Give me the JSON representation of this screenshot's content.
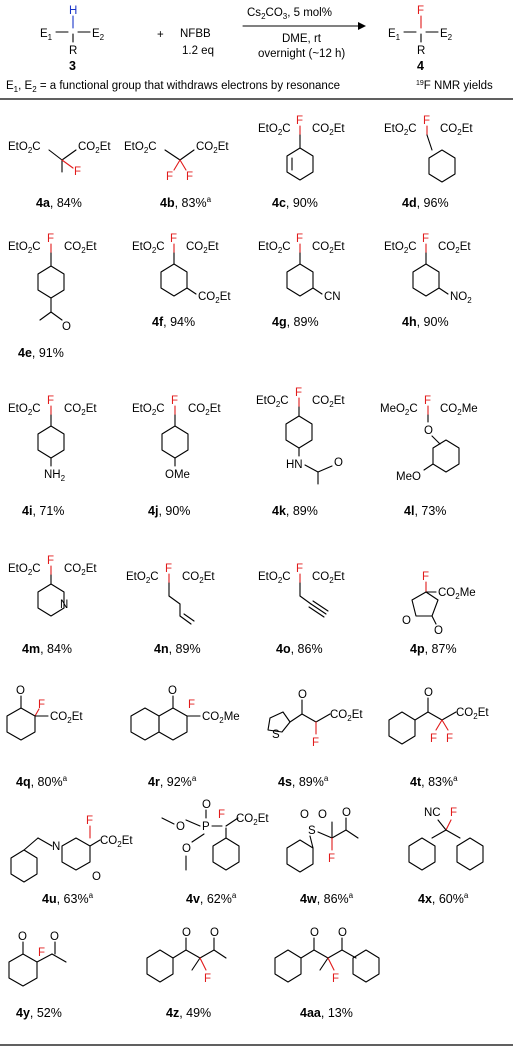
{
  "scheme": {
    "substrate": {
      "h": "H",
      "e1": "E",
      "e1_sub": "1",
      "e2": "E",
      "e2_sub": "2",
      "r": "R",
      "number": "3"
    },
    "plus": "+",
    "reagent": "NFBB",
    "reagent_eq": "1.2 eq",
    "conditions_above": "Cs2CO3, 5 mol%",
    "conditions_below_1": "DME, rt",
    "conditions_below_2": "overnight (~12 h)",
    "product": {
      "f": "F",
      "e1": "E",
      "e1_sub": "1",
      "e2": "E",
      "e2_sub": "2",
      "r": "R",
      "number": "4"
    },
    "definition": "E1, E2 = a functional group that withdraws electrons by resonance",
    "yield_note": "19F NMR yields"
  },
  "compounds": [
    {
      "id": "4a",
      "yield": "84%",
      "sup": ""
    },
    {
      "id": "4b",
      "yield": "83%",
      "sup": "a"
    },
    {
      "id": "4c",
      "yield": "90%",
      "sup": ""
    },
    {
      "id": "4d",
      "yield": "96%",
      "sup": ""
    },
    {
      "id": "4e",
      "yield": "91%",
      "sup": ""
    },
    {
      "id": "4f",
      "yield": "94%",
      "sup": ""
    },
    {
      "id": "4g",
      "yield": "89%",
      "sup": ""
    },
    {
      "id": "4h",
      "yield": "90%",
      "sup": ""
    },
    {
      "id": "4i",
      "yield": "71%",
      "sup": ""
    },
    {
      "id": "4j",
      "yield": "90%",
      "sup": ""
    },
    {
      "id": "4k",
      "yield": "89%",
      "sup": ""
    },
    {
      "id": "4l",
      "yield": "73%",
      "sup": ""
    },
    {
      "id": "4m",
      "yield": "84%",
      "sup": ""
    },
    {
      "id": "4n",
      "yield": "89%",
      "sup": ""
    },
    {
      "id": "4o",
      "yield": "86%",
      "sup": ""
    },
    {
      "id": "4p",
      "yield": "87%",
      "sup": ""
    },
    {
      "id": "4q",
      "yield": "80%",
      "sup": "a"
    },
    {
      "id": "4r",
      "yield": "92%",
      "sup": "a"
    },
    {
      "id": "4s",
      "yield": "89%",
      "sup": "a"
    },
    {
      "id": "4t",
      "yield": "83%",
      "sup": "a"
    },
    {
      "id": "4u",
      "yield": "63%",
      "sup": "a"
    },
    {
      "id": "4v",
      "yield": "62%",
      "sup": "a"
    },
    {
      "id": "4w",
      "yield": "86%",
      "sup": "a"
    },
    {
      "id": "4x",
      "yield": "60%",
      "sup": "a"
    },
    {
      "id": "4y",
      "yield": "52%",
      "sup": ""
    },
    {
      "id": "4z",
      "yield": "49%",
      "sup": ""
    },
    {
      "id": "4aa",
      "yield": "13%",
      "sup": ""
    }
  ],
  "atoms": {
    "co2et": "CO2Et",
    "eto2c": "EtO2C",
    "co2me": "CO2Me",
    "meo2c": "MeO2C",
    "f": "F",
    "o": "O",
    "n": "N",
    "s": "S",
    "p": "P",
    "nh2": "NH2",
    "ome": "OMe",
    "meo": "MeO",
    "no2": "NO2",
    "cn": "CN",
    "nc": "NC",
    "hn": "HN"
  },
  "colors": {
    "fluorine": "#e11b1b",
    "hydrogen": "#1a35c8",
    "ink": "#000000"
  }
}
